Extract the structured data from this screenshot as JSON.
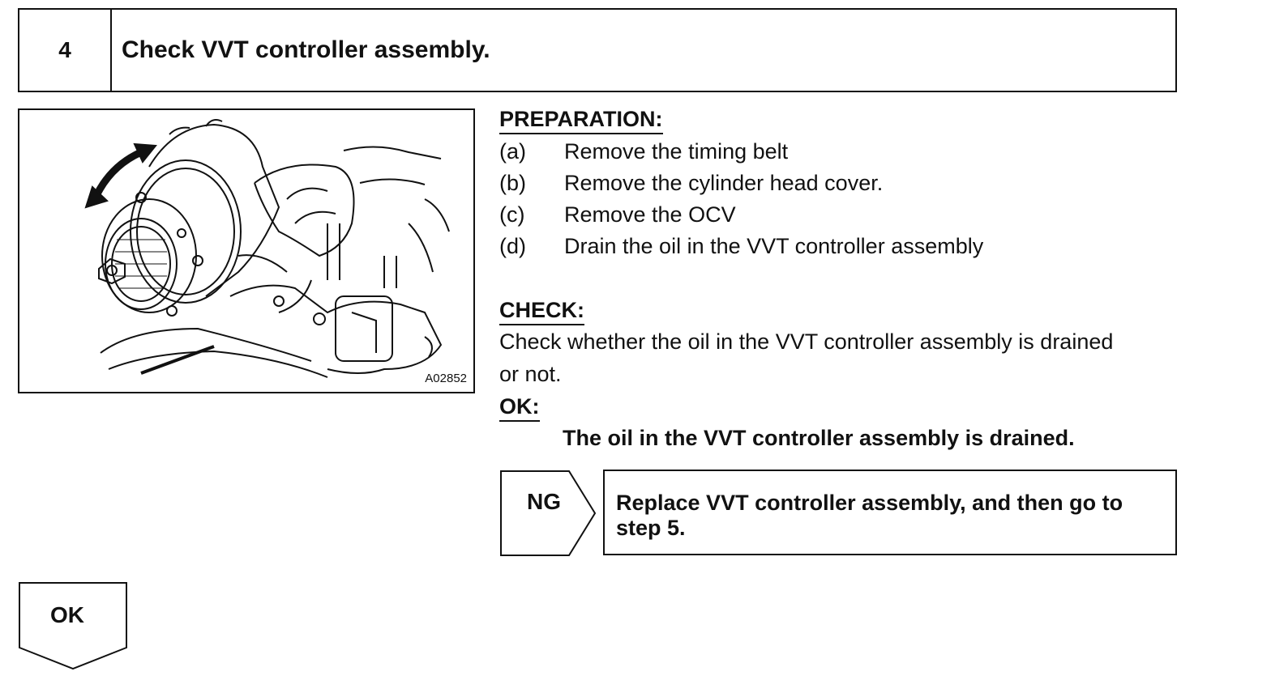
{
  "step": {
    "number": "4",
    "title": "Check VVT controller assembly."
  },
  "figure": {
    "code": "A02852",
    "icon": "vvt-controller-illustration"
  },
  "preparation": {
    "heading": "PREPARATION:",
    "items": [
      {
        "letter": "(a)",
        "text": "Remove the timing belt"
      },
      {
        "letter": "(b)",
        "text": "Remove the cylinder head cover."
      },
      {
        "letter": "(c)",
        "text": "Remove the OCV"
      },
      {
        "letter": "(d)",
        "text": "Drain the oil in the VVT controller assembly"
      }
    ]
  },
  "check": {
    "heading": "CHECK:",
    "line1": "Check whether the oil in the VVT controller assembly is drained",
    "line2": "or not."
  },
  "ok_criteria": {
    "heading": "OK:",
    "text": "The oil in the VVT controller assembly is drained."
  },
  "ng": {
    "label": "NG",
    "action": "Replace VVT controller assembly, and then go to step 5."
  },
  "ok": {
    "label": "OK"
  }
}
